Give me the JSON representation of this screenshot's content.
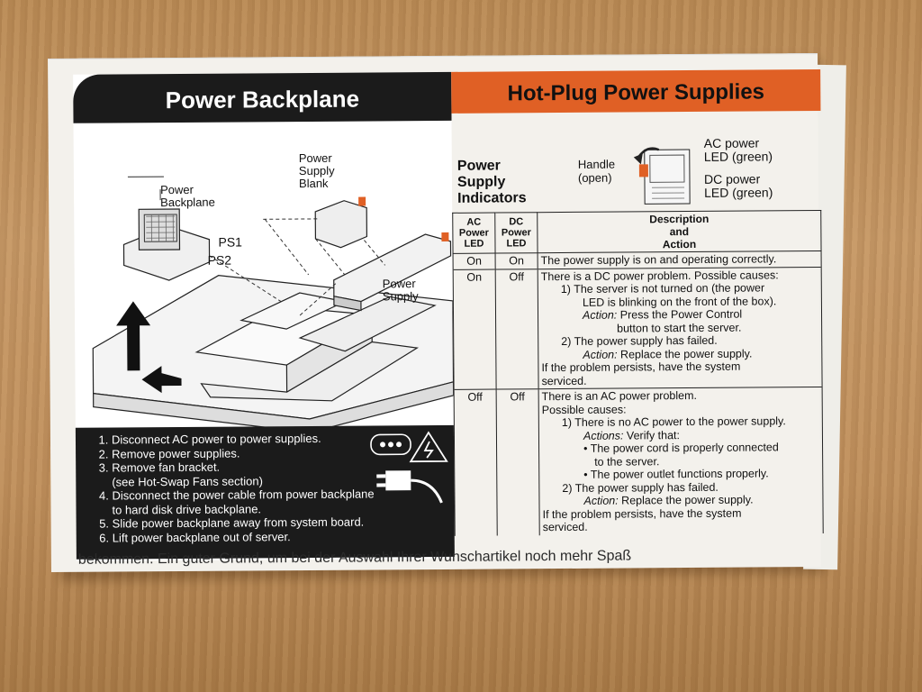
{
  "left_panel": {
    "title": "Power Backplane",
    "labels": {
      "power_backplane": "Power\nBackplane",
      "power_supply_blank": "Power\nSupply\nBlank",
      "ps1": "PS1",
      "ps2": "PS2",
      "power_supply": "Power\nSupply"
    },
    "steps": [
      "Disconnect AC power to power supplies.",
      "Remove power supplies.",
      "Remove fan bracket.\n(see Hot-Swap Fans section)",
      "Disconnect the power cable from power backplane\nto hard disk drive backplane.",
      "Slide power backplane away from system board.",
      "Lift power backplane out of server."
    ]
  },
  "right_panel": {
    "title": "Hot-Plug Power Supplies",
    "indicators_title": "Power\nSupply\nIndicators",
    "labels": {
      "handle": "Handle\n(open)",
      "ac_led": "AC power\nLED (green)",
      "dc_led": "DC power\nLED (green)"
    },
    "table": {
      "headers": [
        "AC\nPower\nLED",
        "DC\nPower\nLED",
        "Description\nand\nAction"
      ],
      "rows": [
        {
          "ac": "On",
          "dc": "On",
          "desc": "The power supply is on and operating correctly."
        },
        {
          "ac": "On",
          "dc": "Off",
          "desc": "There is a DC power problem.  Possible causes:",
          "l1": "1) The server is not turned on (the power",
          "l2": "LED is blinking on the front of the box).",
          "l3_action": "Action:",
          "l3": " Press the Power Control",
          "l4": "button to start the server.",
          "l5": "2) The power supply has failed.",
          "l6_action": "Action:",
          "l6": " Replace the power supply.",
          "l7": "If the problem persists, have the system",
          "l8": "serviced."
        },
        {
          "ac": "Off",
          "dc": "Off",
          "desc": "There is an AC power problem.",
          "l1": "Possible causes:",
          "l2": "1) There is no AC power to the power supply.",
          "l3_action": "Actions:",
          "l3": " Verify that:",
          "l4": "• The power cord is properly connected",
          "l5": "to the server.",
          "l6": "• The power outlet functions properly.",
          "l7": "2) The power supply has failed.",
          "l8_action": "Action:",
          "l8": " Replace the power supply.",
          "l9": "If the problem persists, have the system",
          "l10": "serviced."
        }
      ]
    }
  },
  "footer_text": "bekommen. Ein guter Grund, um bei der Auswahl Ihrer Wunschartikel noch mehr Spaß",
  "colors": {
    "orange": "#e06025",
    "black": "#1b1b1b",
    "paper": "#f3f1ec",
    "wood": "#c69866"
  }
}
